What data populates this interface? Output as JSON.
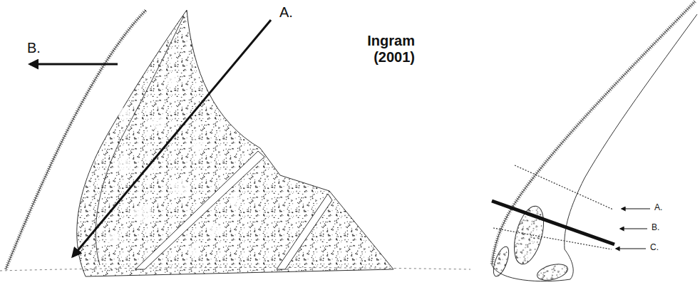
{
  "diagram": {
    "labels": [
      "A.",
      "B.",
      "Ingram (2001)",
      "A.",
      "B.",
      "C."
    ]
  }
}
